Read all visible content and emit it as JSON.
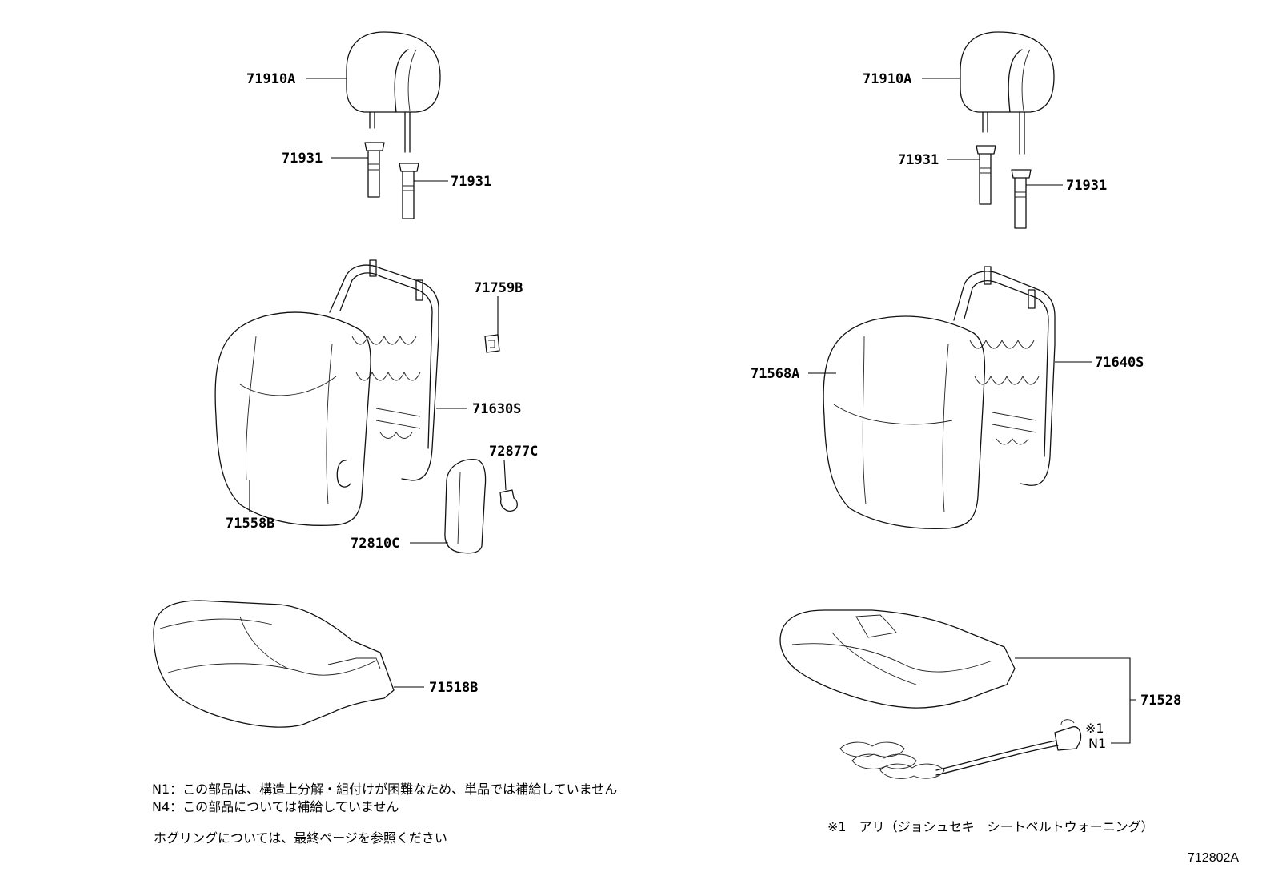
{
  "diagram_code": "712802A",
  "left_assembly": {
    "headrest": "71910A",
    "support_left": "71931",
    "support_right": "71931",
    "back_cover": "71558B",
    "back_frame": "71630S",
    "lock_knob": "71759B",
    "side_trim": "72810C",
    "clip": "72877C",
    "cushion": "71518B"
  },
  "right_assembly": {
    "headrest": "71910A",
    "support_left": "71931",
    "support_right": "71931",
    "back_cover": "71568A",
    "back_frame": "71640S",
    "cushion": "71528",
    "marker": "※1",
    "marker_n1": "N1"
  },
  "notes": {
    "n1": "N1：この部品は、構造上分解・組付けが困難なため、単品では補給していません",
    "n4": "N4：この部品については補給していません",
    "hog_ring": "ホグリングについては、最終ページを参照ください",
    "footnote": "※1　アリ（ジョシュセキ　シートベルトウォーニング）"
  }
}
